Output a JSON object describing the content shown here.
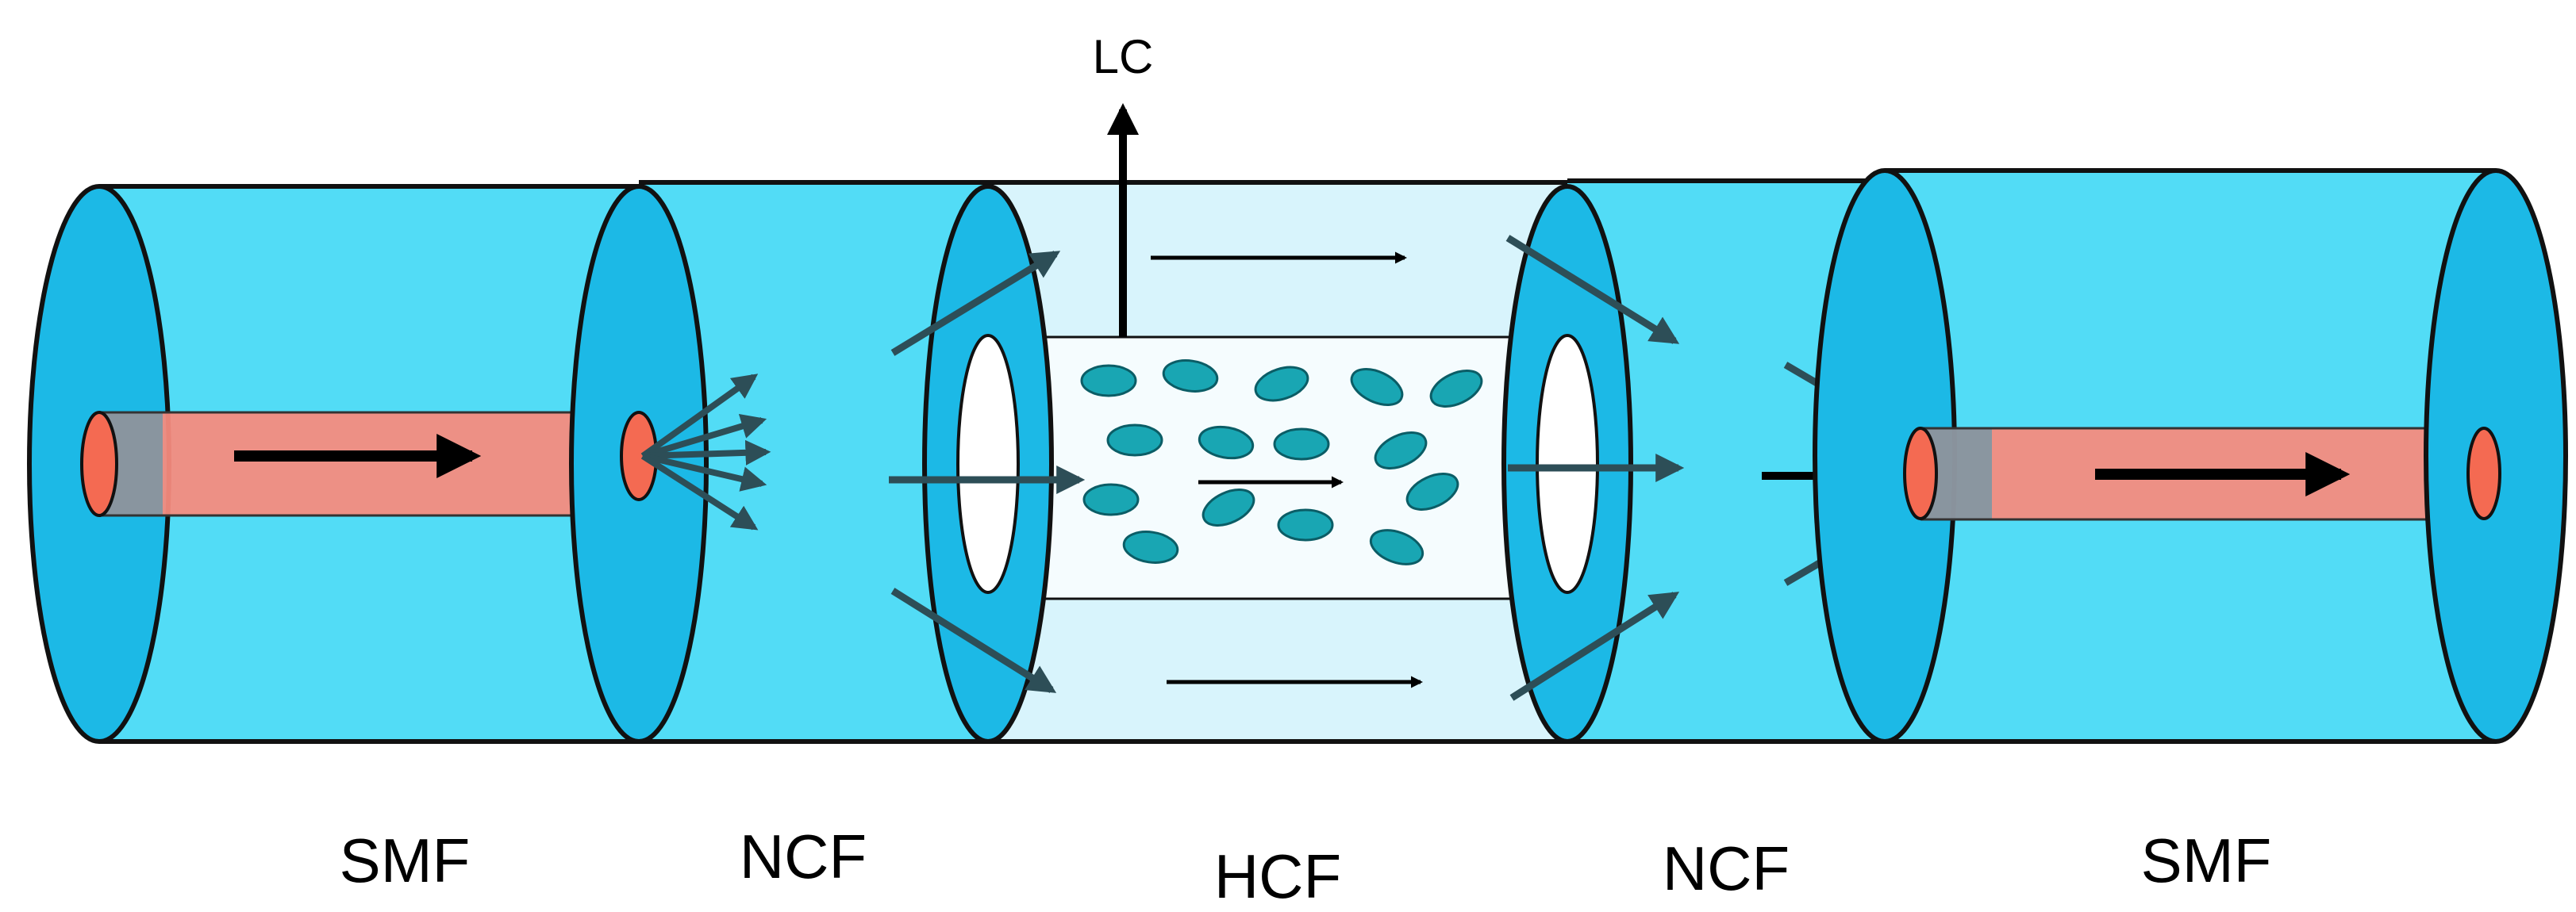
{
  "diagram": {
    "top_label": "LC",
    "segments": [
      {
        "id": "smf-left",
        "label": "SMF"
      },
      {
        "id": "ncf-left",
        "label": "NCF"
      },
      {
        "id": "hcf",
        "label": "HCF"
      },
      {
        "id": "ncf-right",
        "label": "NCF"
      },
      {
        "id": "smf-right",
        "label": "SMF"
      }
    ]
  },
  "colors": {
    "cladding": "#52dcf6",
    "cladding_face": "#1cb9e6",
    "hcf_tube": "#d8f4fc",
    "core": "#f58b7e",
    "core_end": "#f46a52",
    "lc_molecule": "#19a6b3",
    "outline": "#111111"
  }
}
